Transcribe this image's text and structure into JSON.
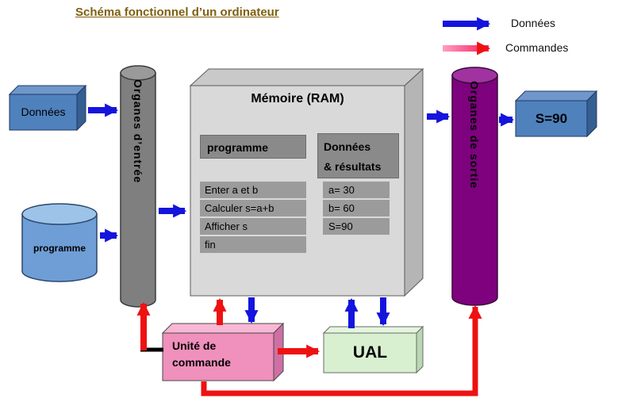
{
  "title": "Schéma fonctionnel d’un ordinateur",
  "legend": {
    "donnees": "Données",
    "commandes": "Commandes"
  },
  "sources": {
    "donnees": "Données",
    "programme": "programme"
  },
  "input_organ": {
    "label": "Organes d’entrée"
  },
  "output_organ": {
    "label": "Organes de sortie"
  },
  "ram": {
    "title": "Mémoire (RAM)",
    "program": {
      "header": "programme",
      "rows": [
        "Enter a et b",
        "Calculer s=a+b",
        "Afficher s",
        "fin"
      ]
    },
    "data": {
      "header_line1": "Données",
      "header_line2": "& résultats",
      "rows": [
        "a= 30",
        "b= 60",
        "S=90"
      ]
    }
  },
  "control_unit": {
    "label": "Unité de commande"
  },
  "alu": {
    "label": "UAL"
  },
  "result": {
    "label": "S=90"
  },
  "colors": {
    "data_arrow": "#1414dd",
    "command_arrow": "#ee1111",
    "title": "#7f6010"
  }
}
